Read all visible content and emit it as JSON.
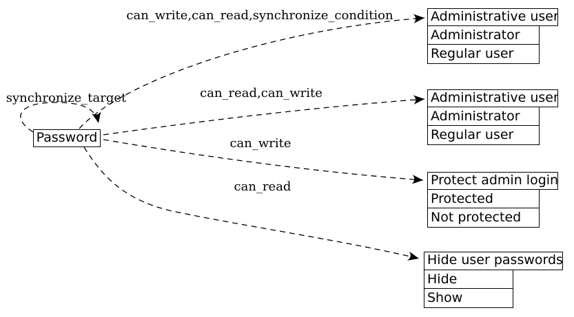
{
  "diagram": {
    "source_node": {
      "label": "Password"
    },
    "edge_labels": {
      "self_loop": "synchronize_target",
      "to_table_1": "can_write,can_read,synchronize_condition",
      "to_table_2": "can_read,can_write",
      "to_table_3": "can_write",
      "to_table_4": "can_read"
    },
    "tables": [
      {
        "header": "Administrative user",
        "rows": [
          "Administrator",
          "Regular user"
        ]
      },
      {
        "header": "Administrative user",
        "rows": [
          "Administrator",
          "Regular user"
        ]
      },
      {
        "header": "Protect admin login",
        "rows": [
          "Protected",
          "Not protected"
        ]
      },
      {
        "header": "Hide user passwords",
        "rows": [
          "Hide",
          "Show"
        ]
      }
    ],
    "colors": {
      "stroke": "#000000",
      "background": "#ffffff"
    }
  }
}
